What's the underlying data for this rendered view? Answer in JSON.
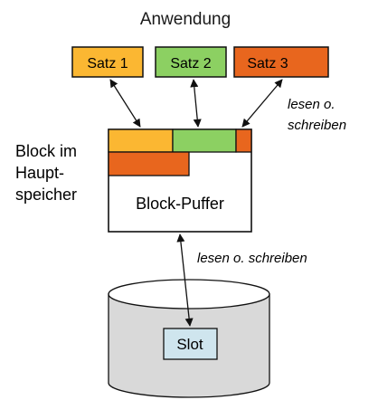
{
  "title": "Anwendung",
  "records": [
    {
      "label": "Satz 1",
      "color": "#fbb732"
    },
    {
      "label": "Satz 2",
      "color": "#8cd062"
    },
    {
      "label": "Satz 3",
      "color": "#e8661e"
    }
  ],
  "access_label_top": [
    "lesen o.",
    "schreiben"
  ],
  "block_label": [
    "Block im",
    "Haupt-",
    "speicher"
  ],
  "buffer_label": "Block-Puffer",
  "access_label_bottom": "lesen o. schreiben",
  "slot_label": "Slot",
  "colors": {
    "border": "#111111",
    "disk_fill": "#d9d9d9",
    "slot_fill": "#cfe5ee",
    "arrow": "#111111"
  }
}
